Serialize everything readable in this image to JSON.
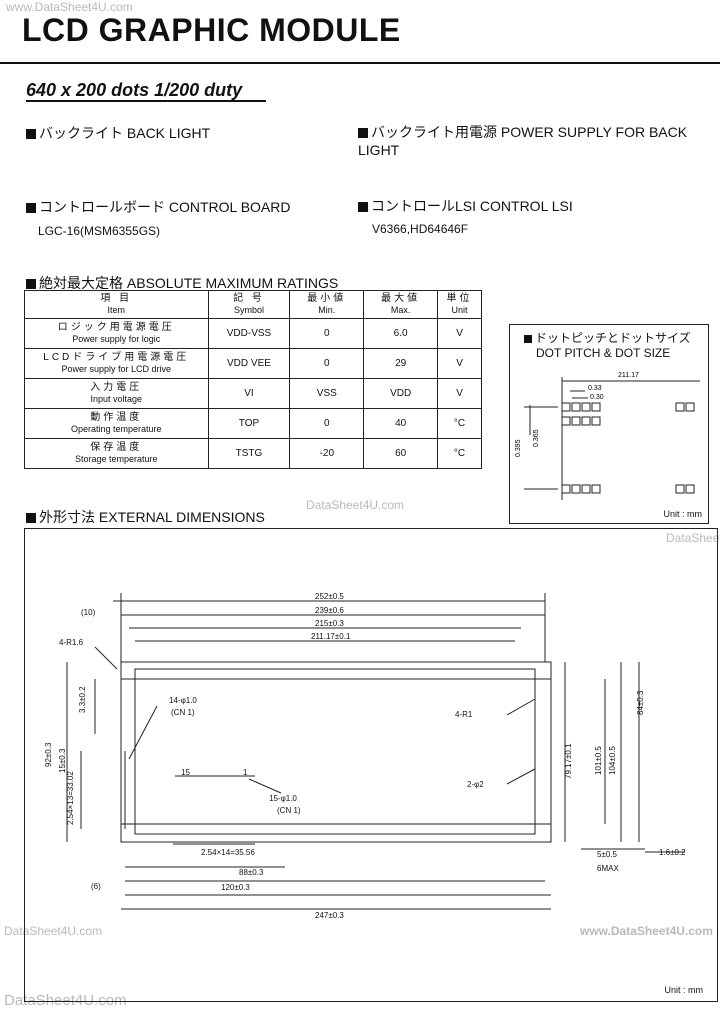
{
  "watermarks": {
    "top_left": "www.DataSheet4U.com",
    "mid": "DataSheet4U.com",
    "right_mid": "DataSheet",
    "bottom_left_1": "DataSheet4U.com",
    "bottom_right": "www.DataSheet4U.com",
    "bottom_left_2": "DataSheet4U.com"
  },
  "title": "LCD GRAPHIC MODULE",
  "subtitle": "640 x 200 dots 1/200 duty",
  "sections": {
    "backlight": "バックライト BACK LIGHT",
    "power": "バックライト用電源 POWER SUPPLY FOR BACK LIGHT",
    "control_board": "コントロールボード CONTROL BOARD",
    "control_board_value": "LGC-16(MSM6355GS)",
    "control_lsi": "コントロールLSI CONTROL LSI",
    "control_lsi_value": "V6366,HD64646F",
    "ratings": "絶対最大定格 ABSOLUTE MAXIMUM RATINGS",
    "external": "外形寸法 EXTERNAL DIMENSIONS"
  },
  "ratings_table": {
    "headers": [
      {
        "jp": "項 目",
        "en": "Item"
      },
      {
        "jp": "記 号",
        "en": "Symbol"
      },
      {
        "jp": "最小値",
        "en": "Min."
      },
      {
        "jp": "最大値",
        "en": "Max."
      },
      {
        "jp": "単位",
        "en": "Unit"
      }
    ],
    "rows": [
      {
        "jp": "ロジック用電源電圧",
        "en": "Power supply for logic",
        "symbol": "VDD-VSS",
        "min": "0",
        "max": "6.0",
        "unit": "V"
      },
      {
        "jp": "LCDドライブ用電源電圧",
        "en": "Power supply for LCD drive",
        "symbol": "VDD VEE",
        "min": "0",
        "max": "29",
        "unit": "V"
      },
      {
        "jp": "入力電圧",
        "en": "Input voltage",
        "symbol": "VI",
        "min": "VSS",
        "max": "VDD",
        "unit": "V"
      },
      {
        "jp": "動作温度",
        "en": "Operating temperature",
        "symbol": "TOP",
        "min": "0",
        "max": "40",
        "unit": "°C"
      },
      {
        "jp": "保存温度",
        "en": "Storage temperature",
        "symbol": "TSTG",
        "min": "-20",
        "max": "60",
        "unit": "°C"
      }
    ]
  },
  "dot_pitch": {
    "title_jp": "ドットピッチとドットサイズ",
    "title_en": "DOT PITCH & DOT SIZE",
    "dim_width": "211.17",
    "dim_pitch": "0.33",
    "dim_dot": "0.30",
    "dim_vert_1": "0.395",
    "dim_vert_2": "0.365",
    "unit": "Unit : mm"
  },
  "drawing": {
    "dims": [
      "252±0.5",
      "239±0.6",
      "215±0.3",
      "211.17±0.1",
      "(10)",
      "4-R1.6",
      "3.3±0.2",
      "14-φ1.0",
      "(CN 1)",
      "92±0.3",
      "15±0.3",
      "2.54×13=33.02",
      "15",
      "1",
      "15-φ1.0",
      "(CN 1)",
      "4-R1",
      "2-φ2",
      "79.17±0.1",
      "101±0.5",
      "104±0.5",
      "84±0.3",
      "2.54×14=35.56",
      "88±0.3",
      "120±0.3",
      "247±0.3",
      "(6)",
      "5±0.5",
      "6MAX",
      "1.6±0.2"
    ],
    "unit": "Unit : mm"
  }
}
